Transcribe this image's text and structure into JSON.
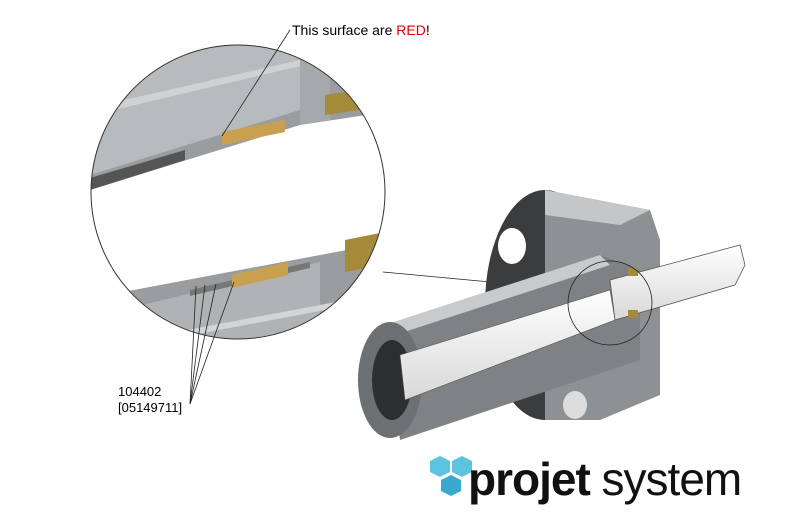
{
  "callout": {
    "prefix": "This surface are ",
    "highlight": "RED",
    "suffix": "!",
    "highlight_color": "#e00000"
  },
  "part_label": {
    "number": "104402",
    "code": "[05149711]"
  },
  "logo": {
    "bold": "projet",
    "regular": " system",
    "icon": "hexagon-cluster-icon",
    "icon_color": "#4fb8d8"
  }
}
